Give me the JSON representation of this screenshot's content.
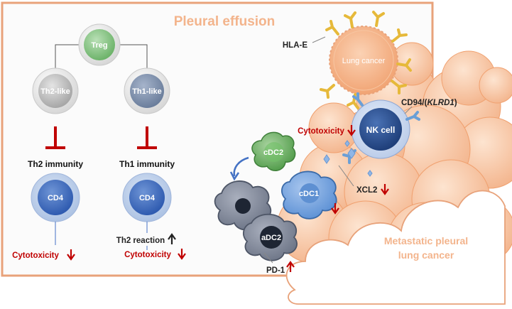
{
  "title": "Pleural effusion",
  "treg": "Treg",
  "th2_like": "Th2-like",
  "th1_like": "Th1-like",
  "th2_immunity": "Th2 immunity",
  "th1_immunity": "Th1 immunity",
  "cd4_left": "CD4",
  "cd4_right": "CD4",
  "cytotoxicity_left": "Cytotoxicity",
  "th2_reaction": "Th2 reaction",
  "cytotoxicity_right": "Cytotoxicity",
  "hla_e": "HLA-E",
  "lung_cancer": "Lung cancer",
  "cd94_prefix": "CD94/(",
  "cd94_gene": "KLRD1",
  "cd94_suffix": ")",
  "nk_cell": "NK cell",
  "cytotoxicity_nk": "Cytotoxicity",
  "cdc2": "cDC2",
  "cdc1": "cDC1",
  "adc2": "aDC2",
  "xcl2": "XCL2",
  "pd1": "PD-1",
  "metastatic_line1": "Metastatic pleural",
  "metastatic_line2": "lung cancer",
  "colors": {
    "frame": "#e8a27a",
    "title": "#f3b48c",
    "downregulated": "#c00000",
    "inhibit": "#c00000",
    "nk": "#2e5596",
    "cd4": "#4472c4"
  }
}
